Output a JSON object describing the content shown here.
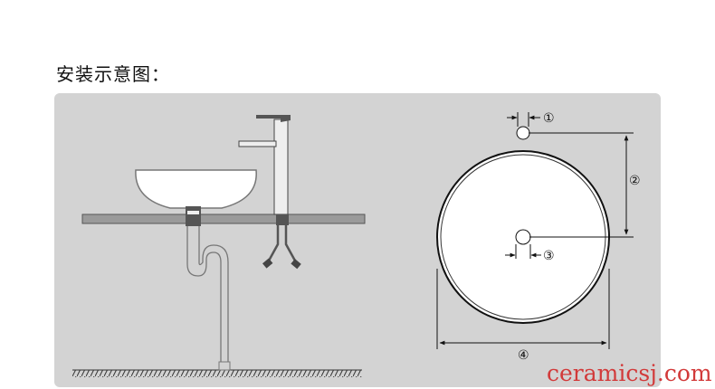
{
  "title": "安装示意图：",
  "dimension_labels": {
    "d1": "①",
    "d2": "②",
    "d3": "③",
    "d4": "④"
  },
  "watermark": "ceramicsj.com"
}
